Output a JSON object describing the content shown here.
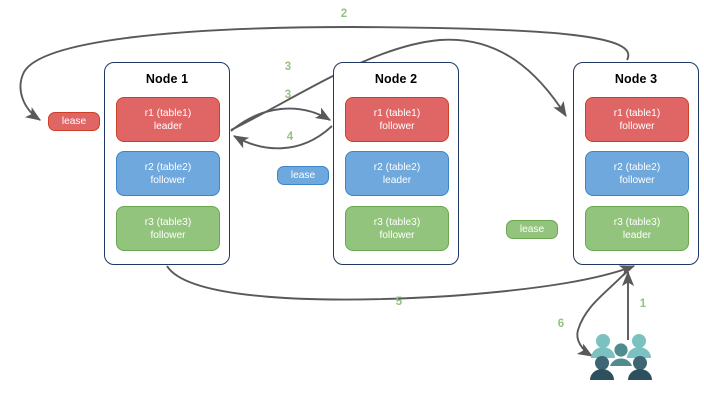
{
  "diagram": {
    "title": "Raft multi-replica lease transfer diagram",
    "background": "#ffffff",
    "colors": {
      "node_border": "#1f3864",
      "red": "#e06666",
      "red_border": "#cc4125",
      "blue": "#6fa8dc",
      "blue_border": "#3d85c6",
      "green": "#93c47d",
      "green_border": "#6aa84f",
      "arrow": "#595959",
      "step_label": "#93c47d",
      "users_light": "#7cc1c1",
      "users_mid": "#4e8c8e",
      "users_dark": "#2e4f5e"
    }
  },
  "nodes": [
    {
      "id": "node-1",
      "title": "Node 1",
      "replicas": [
        {
          "name": "r1 (table1)",
          "role": "leader",
          "color": "red"
        },
        {
          "name": "r2 (table2)",
          "role": "follower",
          "color": "blue"
        },
        {
          "name": "r3 (table3)",
          "role": "follower",
          "color": "green"
        }
      ]
    },
    {
      "id": "node-2",
      "title": "Node 2",
      "replicas": [
        {
          "name": "r1 (table1)",
          "role": "follower",
          "color": "red"
        },
        {
          "name": "r2 (table2)",
          "role": "leader",
          "color": "blue"
        },
        {
          "name": "r3 (table3)",
          "role": "follower",
          "color": "green"
        }
      ]
    },
    {
      "id": "node-3",
      "title": "Node 3",
      "replicas": [
        {
          "name": "r1 (table1)",
          "role": "follower",
          "color": "red"
        },
        {
          "name": "r2 (table2)",
          "role": "follower",
          "color": "blue"
        },
        {
          "name": "r3 (table3)",
          "role": "leader",
          "color": "green"
        }
      ]
    }
  ],
  "leases": [
    {
      "id": "lease-1",
      "label": "lease",
      "color": "red"
    },
    {
      "id": "lease-2",
      "label": "lease",
      "color": "blue"
    },
    {
      "id": "lease-3",
      "label": "lease",
      "color": "green"
    }
  ],
  "steps": [
    {
      "id": "step-1",
      "label": "1"
    },
    {
      "id": "step-2",
      "label": "2"
    },
    {
      "id": "step-3a",
      "label": "3"
    },
    {
      "id": "step-3b",
      "label": "3"
    },
    {
      "id": "step-4",
      "label": "4"
    },
    {
      "id": "step-5",
      "label": "5"
    },
    {
      "id": "step-6",
      "label": "6"
    }
  ],
  "actors": {
    "users_icon_name": "users-icon",
    "people_count": 5
  }
}
